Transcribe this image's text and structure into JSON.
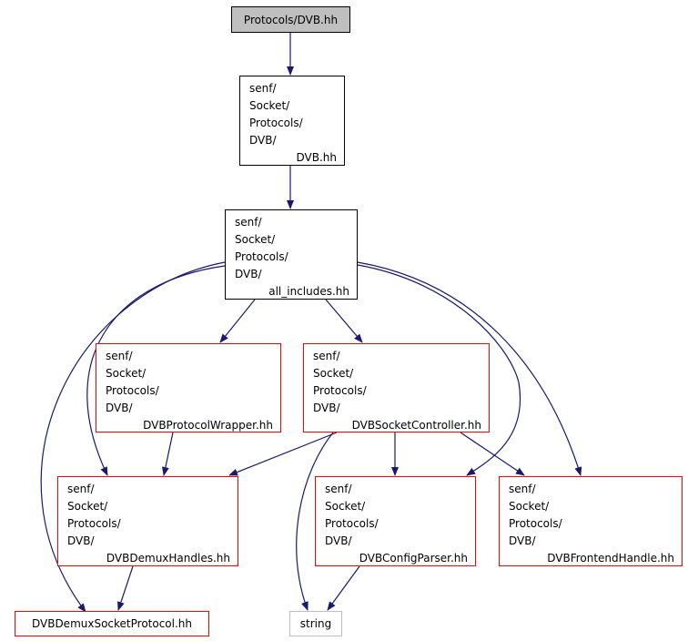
{
  "nodes": {
    "root": {
      "lines": [
        "Protocols/DVB.hh"
      ]
    },
    "dvb": {
      "lines": [
        "senf/",
        "Socket/",
        "Protocols/",
        "DVB/",
        "DVB.hh"
      ]
    },
    "all": {
      "lines": [
        "senf/",
        "Socket/",
        "Protocols/",
        "DVB/",
        "all_includes.hh"
      ]
    },
    "wrapper": {
      "lines": [
        "senf/",
        "Socket/",
        "Protocols/",
        "DVB/",
        "DVBProtocolWrapper.hh"
      ]
    },
    "controller": {
      "lines": [
        "senf/",
        "Socket/",
        "Protocols/",
        "DVB/",
        "DVBSocketController.hh"
      ]
    },
    "demux": {
      "lines": [
        "senf/",
        "Socket/",
        "Protocols/",
        "DVB/",
        "DVBDemuxHandles.hh"
      ]
    },
    "config": {
      "lines": [
        "senf/",
        "Socket/",
        "Protocols/",
        "DVB/",
        "DVBConfigParser.hh"
      ]
    },
    "frontend": {
      "lines": [
        "senf/",
        "Socket/",
        "Protocols/",
        "DVB/",
        "DVBFrontendHandle.hh"
      ]
    },
    "demuxprotocol": {
      "lines": [
        "DVBDemuxSocketProtocol.hh"
      ]
    },
    "string": {
      "lines": [
        "string"
      ]
    }
  },
  "colors": {
    "edge": "#191970",
    "documented_border": "#000000",
    "undocumented_border": "#ff0000",
    "external_border": "#bfbfbf",
    "root_fill": "#bfbfbf"
  }
}
